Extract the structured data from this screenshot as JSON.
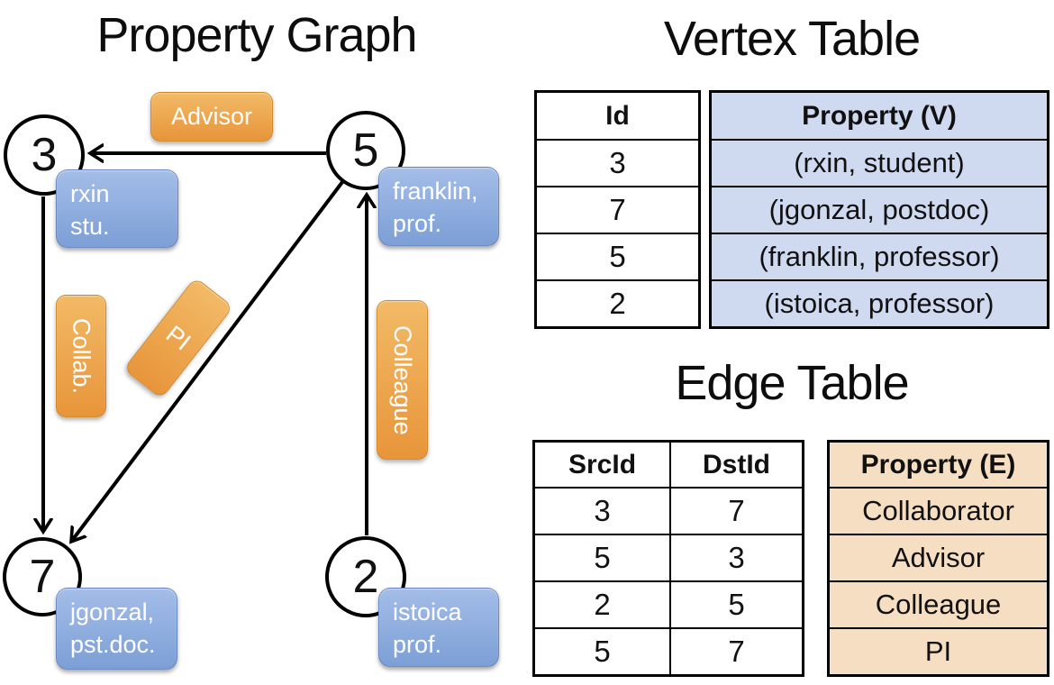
{
  "titles": {
    "graph": "Property Graph",
    "vertex_table": "Vertex Table",
    "edge_table": "Edge Table"
  },
  "graph": {
    "vertices": [
      {
        "id": "3",
        "line1": "rxin",
        "line2": "stu."
      },
      {
        "id": "5",
        "line1": "franklin,",
        "line2": "prof."
      },
      {
        "id": "7",
        "line1": "jgonzal,",
        "line2": "pst.doc."
      },
      {
        "id": "2",
        "line1": "istoica",
        "line2": "prof."
      }
    ],
    "edge_labels": {
      "advisor": "Advisor",
      "collab": "Collab.",
      "pi": "PI",
      "colleague": "Colleague"
    }
  },
  "vertex_table": {
    "columns": {
      "id": "Id",
      "property": "Property (V)"
    },
    "rows": [
      {
        "id": "3",
        "property": "(rxin, student)"
      },
      {
        "id": "7",
        "property": "(jgonzal, postdoc)"
      },
      {
        "id": "5",
        "property": "(franklin, professor)"
      },
      {
        "id": "2",
        "property": "(istoica, professor)"
      }
    ]
  },
  "edge_table": {
    "columns": {
      "src": "SrcId",
      "dst": "DstId",
      "property": "Property (E)"
    },
    "rows": [
      {
        "src": "3",
        "dst": "7",
        "property": "Collaborator"
      },
      {
        "src": "5",
        "dst": "3",
        "property": "Advisor"
      },
      {
        "src": "2",
        "dst": "5",
        "property": "Colleague"
      },
      {
        "src": "5",
        "dst": "7",
        "property": "PI"
      }
    ]
  },
  "colors": {
    "edge_box_top": "#f2ba66",
    "edge_box_bottom": "#e8953a",
    "vertex_box_top": "#a4bde8",
    "vertex_box_bottom": "#7c9fd6",
    "vertex_property_bg": "#cfdaf0",
    "edge_property_bg": "#f6dec3",
    "line_color": "#000000"
  }
}
